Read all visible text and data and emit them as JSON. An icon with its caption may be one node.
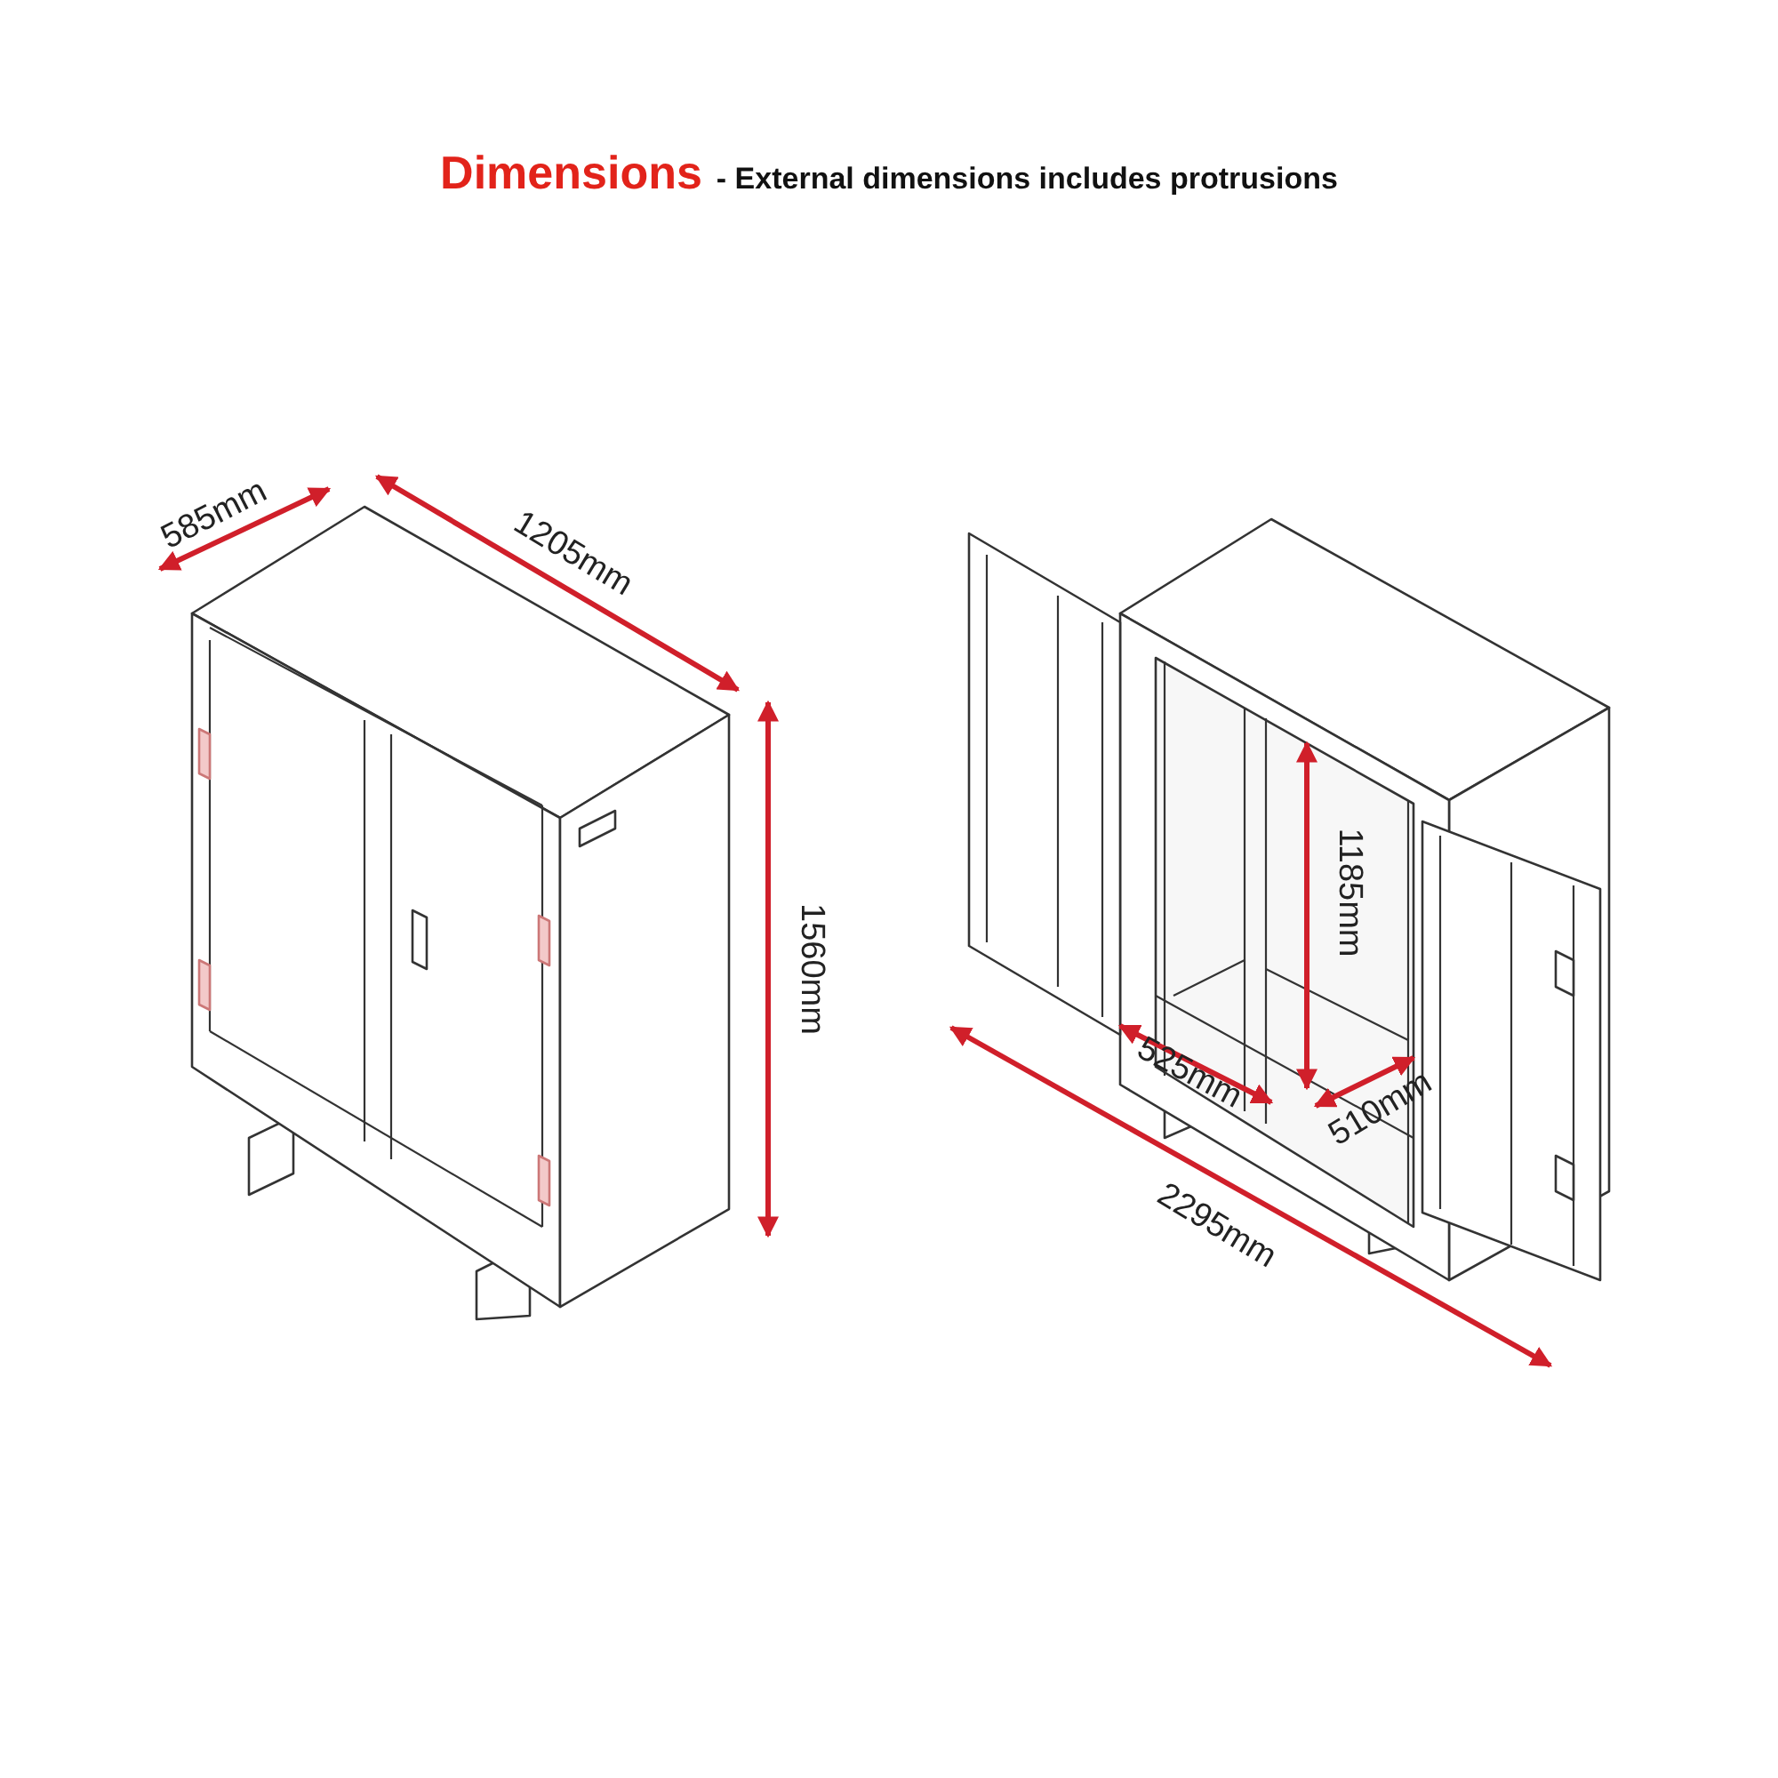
{
  "diagram": {
    "title": "Dimensions",
    "labels": [
      "- External dimensions includes protrusions",
      "585mm",
      "1205mm",
      "1560mm",
      "1185mm",
      "525mm",
      "510mm",
      "2295mm"
    ]
  }
}
